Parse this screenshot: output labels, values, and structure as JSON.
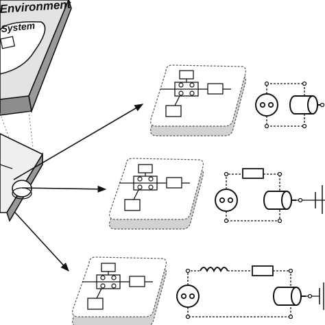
{
  "labels": {
    "top_box_line1": "Environment",
    "top_box_line2": "System"
  },
  "arrows": [
    {
      "from": "base",
      "to": "simplified-model"
    },
    {
      "from": "base",
      "to": "intermediate-model"
    },
    {
      "from": "base",
      "to": "detailed-model"
    }
  ],
  "circuits": [
    {
      "level": "simplified-model",
      "components": [
        "source-symbol",
        "motor-cylinder"
      ]
    },
    {
      "level": "intermediate-model",
      "components": [
        "resistor",
        "source-symbol",
        "motor-cylinder"
      ]
    },
    {
      "level": "detailed-model",
      "components": [
        "inductor",
        "resistor",
        "source-symbol",
        "motor-cylinder"
      ]
    }
  ],
  "colors": {
    "stroke": "#111111",
    "box_fill": "#e3e3e3",
    "box_side": "#9a9a9a",
    "card_fill": "#ffffff",
    "card_shadow": "#d2d2d2"
  }
}
